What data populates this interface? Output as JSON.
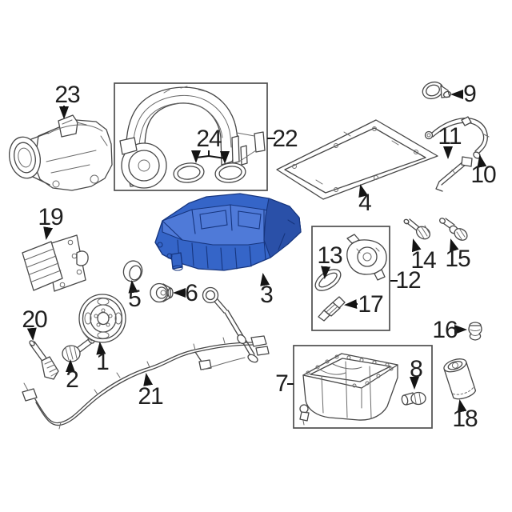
{
  "diagram": {
    "background": "#ffffff",
    "line_color": "#474747",
    "box_border_color": "#4f4f4f",
    "label_color": "#1f1f1f",
    "highlighted_part": {
      "callout": "3",
      "fill": "#3565c8",
      "stroke": "#16357e"
    },
    "callouts": [
      {
        "label": "1"
      },
      {
        "label": "2"
      },
      {
        "label": "3"
      },
      {
        "label": "4"
      },
      {
        "label": "5"
      },
      {
        "label": "6"
      },
      {
        "label": "7"
      },
      {
        "label": "8"
      },
      {
        "label": "9"
      },
      {
        "label": "10"
      },
      {
        "label": "11"
      },
      {
        "label": "12"
      },
      {
        "label": "13"
      },
      {
        "label": "14"
      },
      {
        "label": "15"
      },
      {
        "label": "16"
      },
      {
        "label": "17"
      },
      {
        "label": "18"
      },
      {
        "label": "19"
      },
      {
        "label": "20"
      },
      {
        "label": "21"
      },
      {
        "label": "22"
      },
      {
        "label": "23"
      },
      {
        "label": "24"
      }
    ],
    "boxed_groups": [
      {
        "box_callout": "22",
        "contains": [
          "24"
        ]
      },
      {
        "box_callout": "12",
        "contains": [
          "13",
          "17"
        ]
      },
      {
        "box_callout": "7",
        "contains": [
          "8"
        ]
      }
    ]
  }
}
